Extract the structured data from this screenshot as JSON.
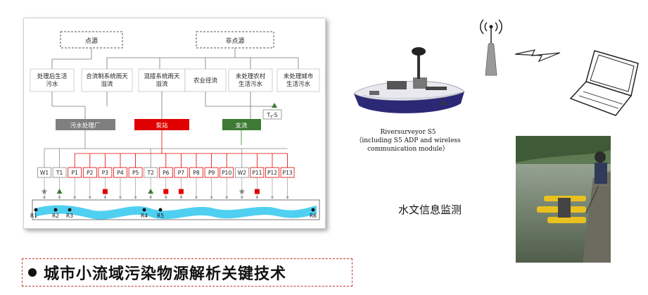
{
  "diagram": {
    "top_nodes": [
      {
        "id": "point",
        "label": "点源"
      },
      {
        "id": "nonpoint",
        "label": "非点源"
      }
    ],
    "sources": [
      {
        "label_lines": [
          "处理后生活",
          "污水"
        ]
      },
      {
        "label_lines": [
          "合流制系统雨天",
          "溢流"
        ]
      },
      {
        "label_lines": [
          "混接系统雨天",
          "溢流"
        ]
      },
      {
        "label_lines": [
          "农业径流"
        ]
      },
      {
        "label_lines": [
          "未处理农村",
          "生活污水"
        ]
      },
      {
        "label_lines": [
          "未处理城市",
          "生活污水"
        ]
      }
    ],
    "hubs": [
      {
        "label": "污水处理厂",
        "color": "#7f7f7f"
      },
      {
        "label": "泵站",
        "color": "#e00000"
      },
      {
        "label": "支流",
        "color": "#3d7a35"
      }
    ],
    "ts_label": "T",
    "ts_sub": "T",
    "ts_suffix": "-S",
    "outfalls": [
      "W1",
      "T1",
      "P1",
      "P2",
      "P3",
      "P4",
      "P5",
      "T2",
      "P6",
      "P7",
      "P8",
      "P9",
      "P10",
      "W2",
      "P11",
      "P12",
      "P13"
    ],
    "outfall_markers": [
      "star",
      "triangle",
      "",
      "",
      "square",
      "",
      "",
      "triangle",
      "square",
      "square",
      "",
      "",
      "",
      "star",
      "square",
      "",
      ""
    ],
    "river_points": [
      "R1",
      "R2",
      "R3",
      "R4",
      "R5",
      "R6"
    ],
    "colors": {
      "red": "#e00000",
      "green": "#3d7a35",
      "gray": "#7f7f7f",
      "river": "#4fd0f0"
    }
  },
  "boat_caption": {
    "line1": "Riversurveyor S5",
    "line2": "（including S5 ADP and wireless",
    "line3": "communication module）"
  },
  "monitor_label": "水文信息监测",
  "title": "城市小流域污染物源解析关键技术",
  "icons": [
    "antenna-icon",
    "lightning-icon",
    "laptop-icon",
    "boat-image",
    "field-photo"
  ]
}
